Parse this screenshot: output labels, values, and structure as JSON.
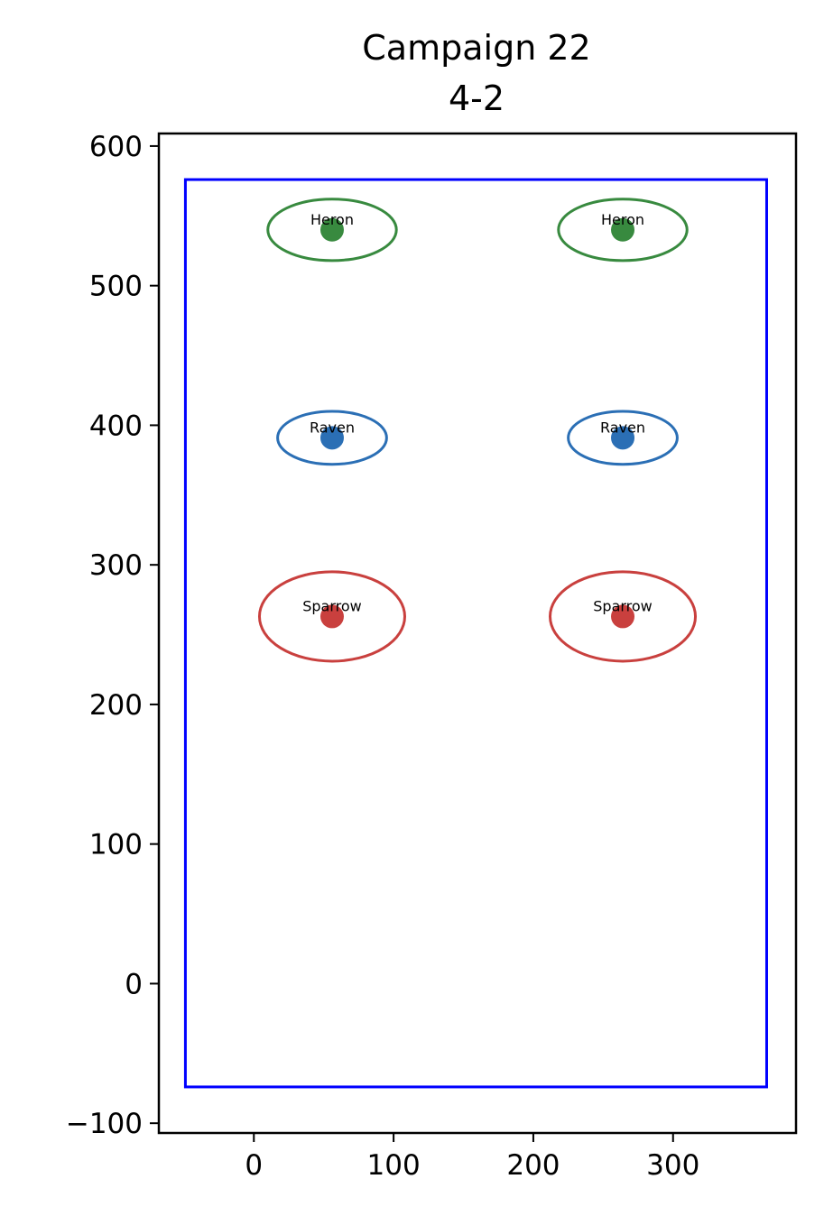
{
  "chart_data": {
    "type": "scatter",
    "title": "Campaign 22",
    "subtitle": "4-2",
    "xlabel": "",
    "ylabel": "",
    "xlim": [
      -68,
      388
    ],
    "ylim": [
      -107,
      609
    ],
    "xticks": [
      {
        "value": 0,
        "label": "0"
      },
      {
        "value": 100,
        "label": "100"
      },
      {
        "value": 200,
        "label": "200"
      },
      {
        "value": 300,
        "label": "300"
      }
    ],
    "yticks": [
      {
        "value": -100,
        "label": "−100"
      },
      {
        "value": 0,
        "label": "0"
      },
      {
        "value": 100,
        "label": "100"
      },
      {
        "value": 200,
        "label": "200"
      },
      {
        "value": 300,
        "label": "300"
      },
      {
        "value": 400,
        "label": "400"
      },
      {
        "value": 500,
        "label": "500"
      },
      {
        "value": 600,
        "label": "600"
      }
    ],
    "grid": false,
    "boundary": {
      "x0": -49,
      "y0": -74,
      "x1": 367,
      "y1": 576,
      "color": "#0000ff"
    },
    "points": [
      {
        "label": "Heron",
        "x": 56,
        "y": 540,
        "rx": 46,
        "ry": 22,
        "color": "#388a3f"
      },
      {
        "label": "Heron",
        "x": 264,
        "y": 540,
        "rx": 46,
        "ry": 22,
        "color": "#388a3f"
      },
      {
        "label": "Raven",
        "x": 56,
        "y": 391,
        "rx": 39,
        "ry": 19,
        "color": "#2b6fb5"
      },
      {
        "label": "Raven",
        "x": 264,
        "y": 391,
        "rx": 39,
        "ry": 19,
        "color": "#2b6fb5"
      },
      {
        "label": "Sparrow",
        "x": 56,
        "y": 263,
        "rx": 52,
        "ry": 32,
        "color": "#c9403e"
      },
      {
        "label": "Sparrow",
        "x": 264,
        "y": 263,
        "rx": 52,
        "ry": 32,
        "color": "#c9403e"
      }
    ]
  }
}
